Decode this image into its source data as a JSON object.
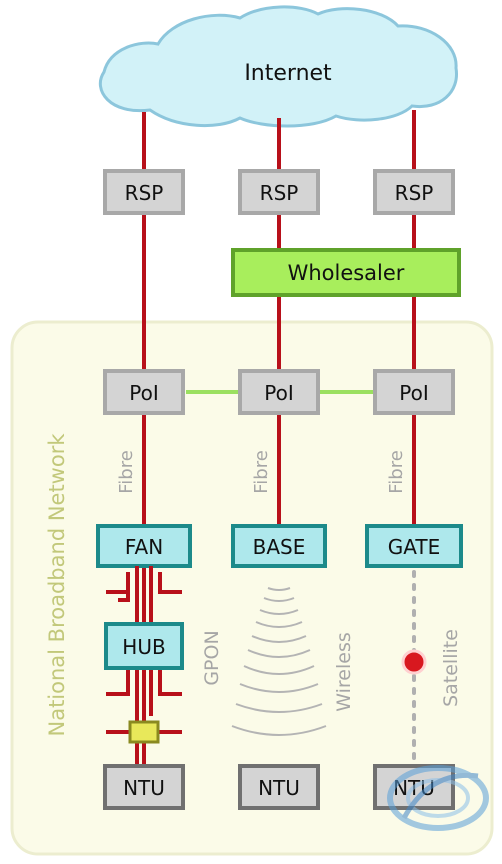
{
  "cloud": {
    "label": "Internet"
  },
  "rsp": [
    "RSP",
    "RSP",
    "RSP"
  ],
  "wholesaler": {
    "label": "Wholesaler"
  },
  "region": {
    "label": "National Broadband Network"
  },
  "poi": [
    "PoI",
    "PoI",
    "PoI"
  ],
  "links": [
    "Fibre",
    "Fibre",
    "Fibre"
  ],
  "access": [
    "FAN",
    "BASE",
    "GATE"
  ],
  "hub": {
    "label": "HUB"
  },
  "media": {
    "gpon": "GPON",
    "wireless": "Wireless",
    "satellite": "Satellite"
  },
  "ntu": [
    "NTU",
    "NTU",
    "NTU"
  ],
  "colors": {
    "line_red": "#b8101a",
    "link_green": "#9be060",
    "box_gray_fill": "#d4d4d4",
    "box_gray_stroke": "#a8a8a8",
    "wholesaler_fill": "#a8ee5c",
    "wholesaler_stroke": "#5fa22a",
    "cyan_fill": "#aee8ec",
    "cyan_stroke": "#1c8a8a",
    "cloud_fill": "#d2f2f8",
    "cloud_stroke": "#8cc6dc",
    "region_fill": "#fbfbe8",
    "region_stroke": "#ecedcf",
    "region_text": "#c2c87a",
    "media_text": "#a6a6a6"
  }
}
